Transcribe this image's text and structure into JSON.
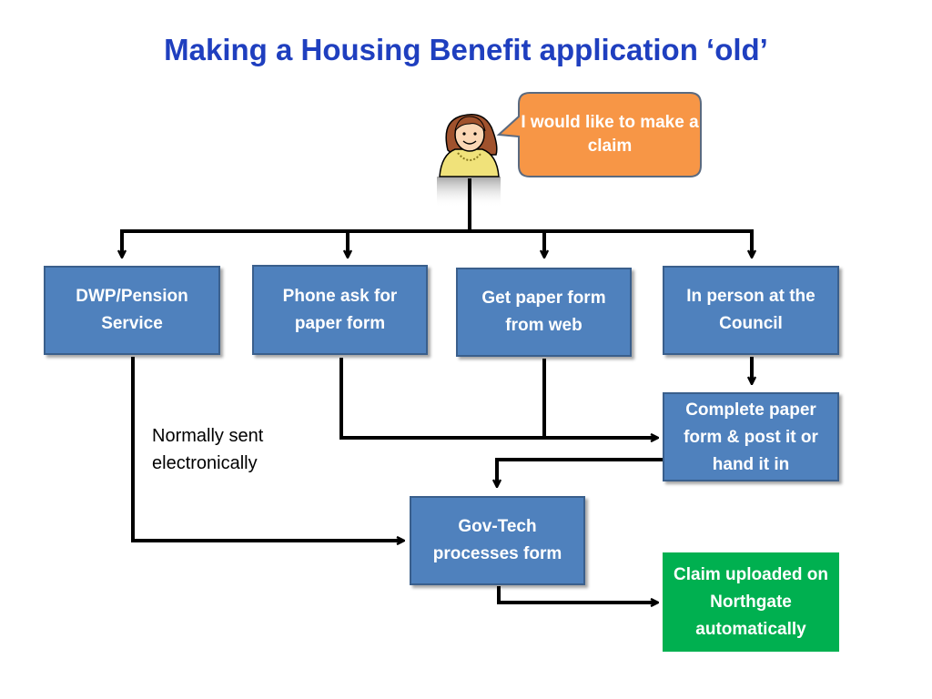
{
  "title": "Making a Housing Benefit application ‘old’",
  "speech_bubble": "I would like to make a claim",
  "boxes": {
    "dwp": "DWP/Pension Service",
    "phone": "Phone ask for paper form",
    "web": "Get paper form from web",
    "in_person": "In person at the Council",
    "complete": "Complete paper form & post it or hand it in",
    "govtech": "Gov-Tech processes form",
    "claim": "Claim uploaded on Northgate automatically"
  },
  "note": "Normally sent electronically",
  "colors": {
    "title": "#1f3fbf",
    "box": "#4f81bd",
    "box_green": "#00b050",
    "bubble": "#f79646"
  },
  "icons": [
    "woman-person-icon"
  ]
}
